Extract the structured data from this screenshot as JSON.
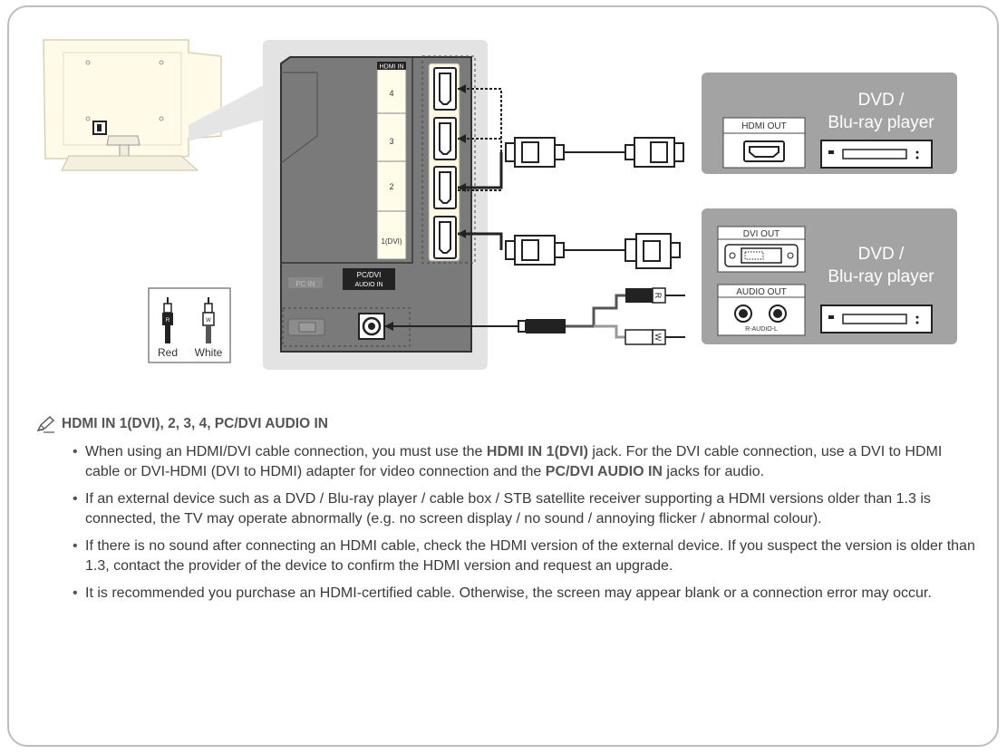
{
  "diagram": {
    "tv_port_labels": {
      "hdmi_in": "HDMI IN",
      "port4": "4",
      "port3": "3",
      "port2": "2",
      "port1": "1(DVI)",
      "pc_in": "PC IN",
      "pc_dvi_audio_in_1": "PC/DVI",
      "pc_dvi_audio_in_2": "AUDIO IN"
    },
    "device1": {
      "title_1": "DVD /",
      "title_2": "Blu-ray player",
      "port_label": "HDMI OUT"
    },
    "device2": {
      "title_1": "DVD /",
      "title_2": "Blu-ray player",
      "port_label_1": "DVI OUT",
      "port_label_2": "AUDIO OUT",
      "audio_sub_label": "R-AUDIO-L"
    },
    "plugs": {
      "r": "R",
      "w": "W"
    },
    "legend": {
      "red": "Red",
      "white": "White",
      "r": "R",
      "w": "W"
    }
  },
  "notes": {
    "heading": "HDMI IN 1(DVI), 2, 3, 4, PC/DVI AUDIO IN",
    "b1_part1": "When using an HDMI/DVI cable connection, you must use the ",
    "b1_bold1": "HDMI IN 1(DVI)",
    "b1_part2": " jack. For the DVI cable connection, use a DVI to HDMI cable or DVI-HDMI (DVI to HDMI) adapter for video connection and the ",
    "b1_bold2": "PC/DVI AUDIO IN",
    "b1_part3": " jacks for audio.",
    "b2": "If an external device such as a DVD / Blu-ray player / cable box / STB satellite receiver supporting a HDMI versions older than 1.3 is connected, the TV may operate abnormally (e.g. no screen display / no sound / annoying flicker / abnormal colour).",
    "b3": "If there is no sound after connecting an HDMI cable, check the HDMI version of the external device. If you suspect the version is older than 1.3, contact the provider of the device to confirm the HDMI version and request an upgrade.",
    "b4": "It is recommended you purchase an HDMI-certified cable. Otherwise, the screen may appear blank or a connection error may occur."
  }
}
